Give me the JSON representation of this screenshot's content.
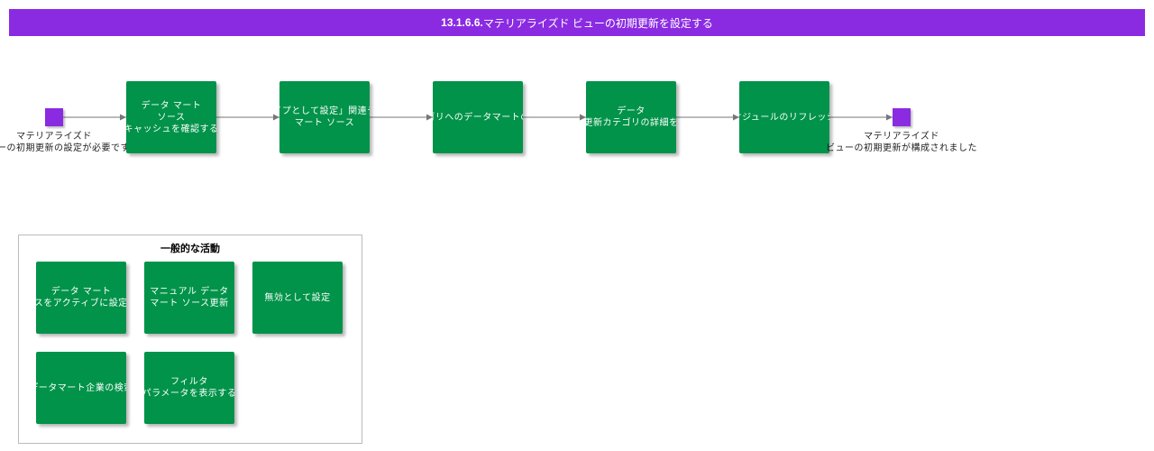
{
  "title": {
    "number": "13.1.6.6.",
    "text": "マテリアライズド ビューの初期更新を設定する"
  },
  "start_event": {
    "lines": [
      "マテリアライズド",
      "ビューの初期更新の設定が必要です"
    ]
  },
  "end_event": {
    "lines": [
      "マテリアライズド",
      "ビューの初期更新が構成されました"
    ]
  },
  "flow_tasks": [
    {
      "lines": [
        "データ マート",
        "ソース",
        "キャッシュを確認する"
      ]
    },
    {
      "lines": [
        "「タイプとして設定」関連データ",
        "マート ソース"
      ]
    },
    {
      "lines": [
        "カテゴリへのデータマートの追加"
      ]
    },
    {
      "lines": [
        "データ",
        "マートの更新カテゴリの詳細を変更する"
      ]
    },
    {
      "lines": [
        "スケジュールのリフレッシュ"
      ]
    }
  ],
  "general_activities": {
    "title": "一般的な活動",
    "tasks": [
      {
        "lines": [
          "データ マート",
          "ソースをアクティブに設定する"
        ]
      },
      {
        "lines": [
          "マニュアル データ",
          "マート ソース更新"
        ]
      },
      {
        "lines": [
          "無効として設定"
        ]
      },
      {
        "lines": [
          "データマート企業の検索"
        ]
      },
      {
        "lines": [
          "フィルタ",
          "パラメータを表示する"
        ]
      }
    ]
  },
  "colors": {
    "header": "#8a2be2",
    "event": "#8a2be2",
    "task": "#009349",
    "connector": "#777777"
  }
}
